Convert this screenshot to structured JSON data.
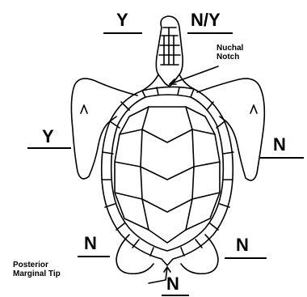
{
  "labels": {
    "top_left": "Y",
    "top_right": "N/Y",
    "left_flipper": "Y",
    "right_flipper": "N",
    "rear_left": "N",
    "rear_right": "N",
    "bottom": "N",
    "nuchal_line1": "Nuchal",
    "nuchal_line2": "Notch",
    "posterior_line1": "Posterior",
    "posterior_line2": "Marginal Tip"
  }
}
